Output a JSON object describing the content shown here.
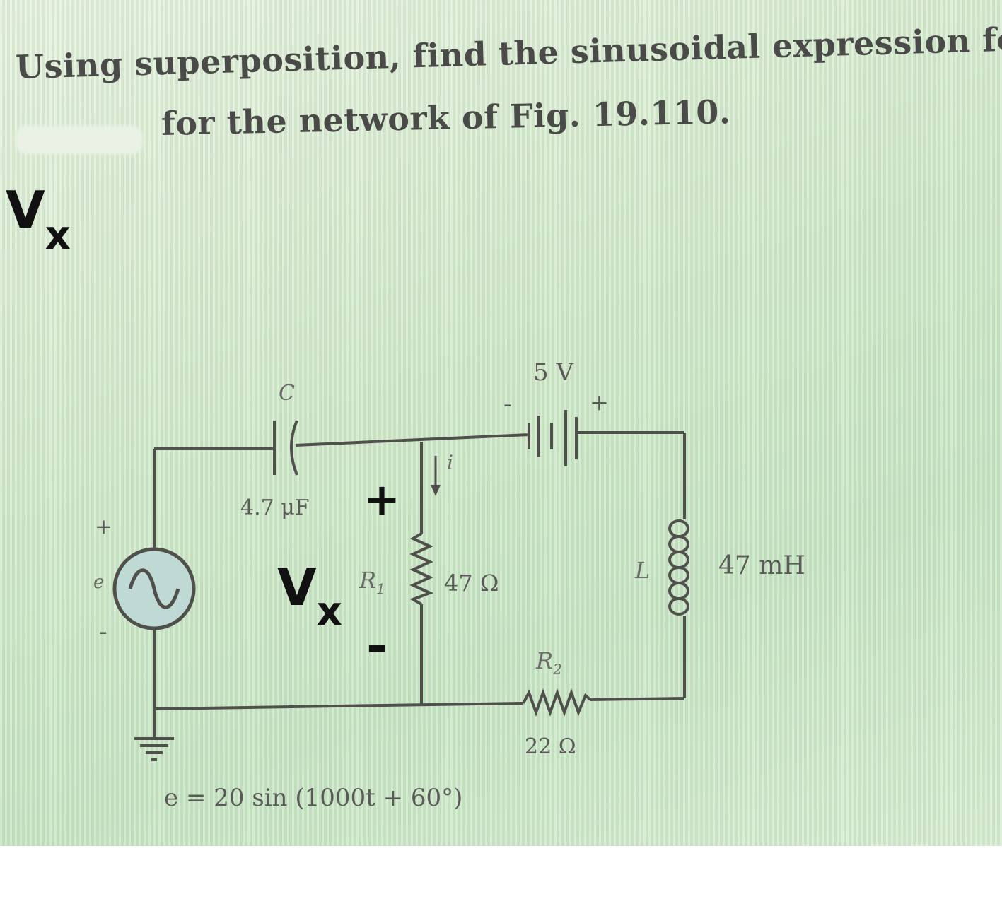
{
  "problem": {
    "line1": "Using superposition, find the sinusoidal expression for the",
    "line2": "for the network of Fig. 19.110."
  },
  "handwritten": {
    "heading": "Vx",
    "label_main": "V",
    "label_sub": "x",
    "plus": "+",
    "minus": "-"
  },
  "circuit": {
    "capacitor_name": "C",
    "capacitor_value": "4.7 μF",
    "current_label": "i",
    "battery_value": "5 V",
    "battery_minus": "-",
    "battery_plus": "+",
    "r1_name": "R",
    "r1_sub": "1",
    "r1_value": "47 Ω",
    "inductor_name": "L",
    "inductor_value": "47 mH",
    "r2_name": "R",
    "r2_sub": "2",
    "r2_value": "22 Ω",
    "source_name": "e",
    "source_plus": "+",
    "source_minus": "-",
    "source_expression": "e = 20 sin (1000t + 60°)"
  },
  "colors": {
    "wire": "#4f504c",
    "handwriting": "#111111",
    "source_fill": "#bfd9d4"
  }
}
